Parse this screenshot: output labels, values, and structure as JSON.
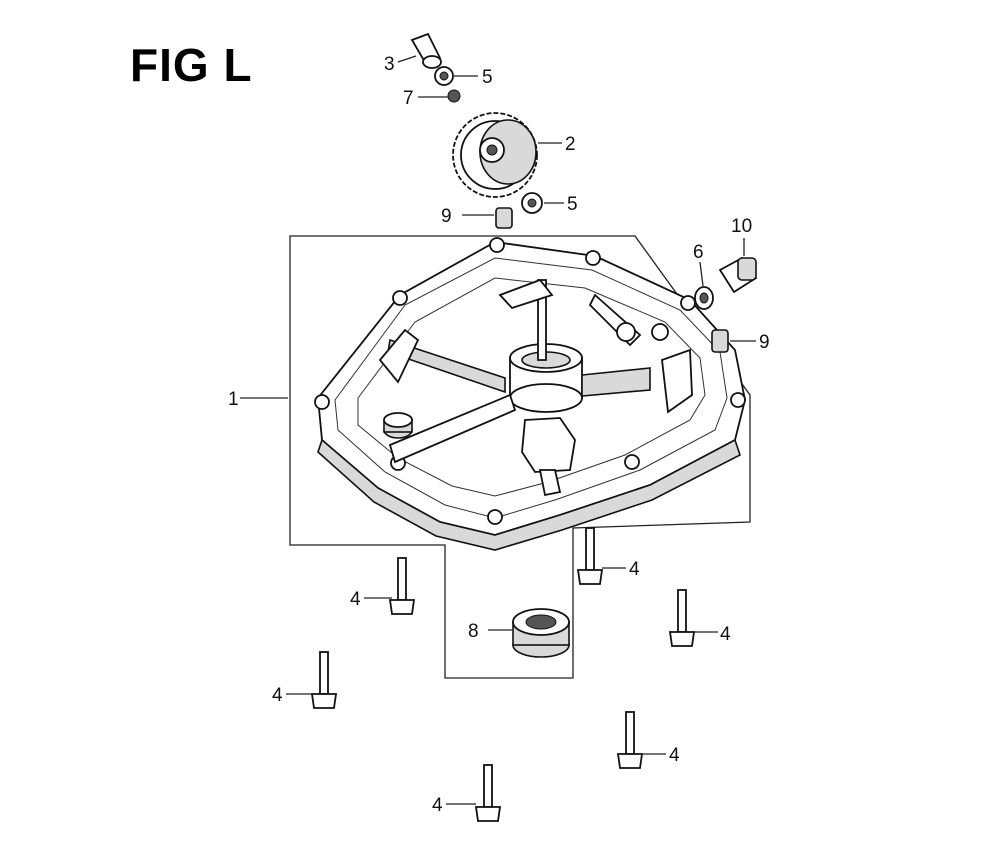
{
  "title": "FIG L",
  "callouts": [
    "1",
    "2",
    "3",
    "4",
    "4",
    "4",
    "4",
    "4",
    "4",
    "5",
    "5",
    "6",
    "7",
    "8",
    "9",
    "9",
    "10"
  ]
}
